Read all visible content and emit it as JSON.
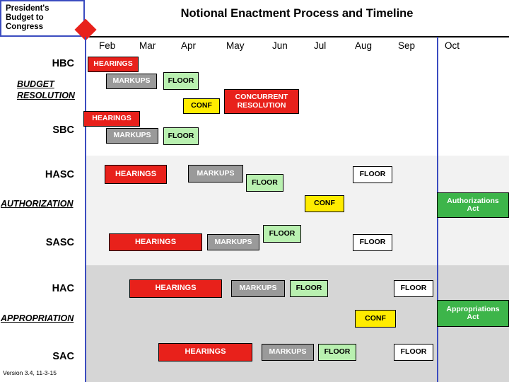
{
  "title": "Notional Enactment Process and Timeline",
  "president_box": "President's\nBudget to\nCongress",
  "president_box_lines": [
    "President's",
    "Budget to",
    "Congress"
  ],
  "version": "Version 3.4, 11-3-15",
  "months": [
    "Feb",
    "Mar",
    "Apr",
    "May",
    "Jun",
    "Jul",
    "Aug",
    "Sep",
    "Oct"
  ],
  "chambers": [
    {
      "key": "hbc",
      "label": "HBC"
    },
    {
      "key": "sbc",
      "label": "SBC"
    },
    {
      "key": "hasc",
      "label": "HASC"
    },
    {
      "key": "sasc",
      "label": "SASC"
    },
    {
      "key": "hac",
      "label": "HAC"
    },
    {
      "key": "sac",
      "label": "SAC"
    }
  ],
  "stages": [
    {
      "key": "budget",
      "label": "BUDGET\nRESOLUTION",
      "lines": [
        "BUDGET",
        "RESOLUTION"
      ]
    },
    {
      "key": "authorization",
      "label": "AUTHORIZATION",
      "lines": [
        "AUTHORIZATION"
      ]
    },
    {
      "key": "appropriation",
      "label": "APPROPRIATION",
      "lines": [
        "APPROPRIATION"
      ]
    }
  ],
  "steps": {
    "hbc_hearings": "HEARINGS",
    "hbc_markups": "MARKUPS",
    "hbc_floor": "FLOOR",
    "bud_conf": "CONF",
    "bud_concurrent": "CONCURRENT\nRESOLUTION",
    "bud_concurrent_lines": [
      "CONCURRENT",
      "RESOLUTION"
    ],
    "sbc_hearings": "HEARINGS",
    "sbc_markups": "MARKUPS",
    "sbc_floor": "FLOOR",
    "hasc_hearings": "HEARINGS",
    "hasc_markups": "MARKUPS",
    "hasc_floor1": "FLOOR",
    "hasc_floor2": "FLOOR",
    "auth_conf": "CONF",
    "auth_act": "Authorizations\nAct",
    "auth_act_lines": [
      "Authorizations",
      "Act"
    ],
    "sasc_hearings": "HEARINGS",
    "sasc_markups": "MARKUPS",
    "sasc_floor1": "FLOOR",
    "sasc_floor2": "FLOOR",
    "hac_hearings": "HEARINGS",
    "hac_markups": "MARKUPS",
    "hac_floor1": "FLOOR",
    "hac_floor2": "FLOOR",
    "approp_conf": "CONF",
    "approp_act": "Appropriations\nAct",
    "approp_act_lines": [
      "Appropriations",
      "Act"
    ],
    "sac_hearings": "HEARINGS",
    "sac_markups": "MARKUPS",
    "sac_floor1": "FLOOR",
    "sac_floor2": "FLOOR"
  },
  "colors": {
    "red": "#e8211b",
    "gray": "#9a9a9a",
    "green_light": "#b9f0b0",
    "green_dark": "#3db54a",
    "yellow": "#ffec00",
    "blue_rule": "#3b4cc0",
    "band_auth": "#f2f2f2",
    "band_approp": "#d6d6d6"
  }
}
